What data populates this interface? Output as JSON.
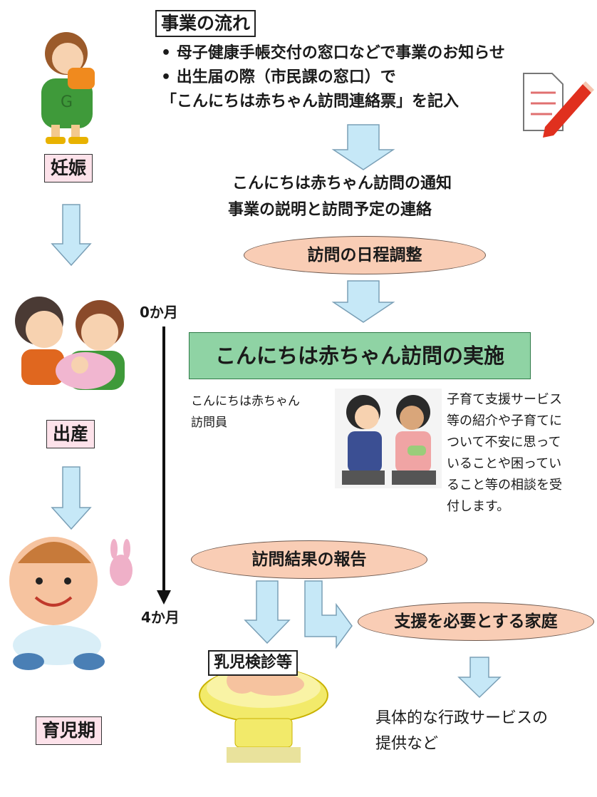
{
  "flow_title": "事業の流れ",
  "bullets": [
    "母子健康手帳交付の窓口などで事業のお知らせ",
    "出生届の際（市民課の窓口）で"
  ],
  "bullet_continuation": "「こんにちは赤ちゃん訪問連絡票」を記入",
  "notice_lines": [
    "こんにちは赤ちゃん訪問の通知",
    "事業の説明と訪問予定の連絡"
  ],
  "schedule_label": "訪問の日程調整",
  "implementation_label": "こんにちは赤ちゃん訪問の実施",
  "visitor_label_lines": [
    "こんにちは赤ちゃん",
    "訪問員"
  ],
  "service_desc_lines": [
    "子育て支援サービス",
    "等の紹介や子育てに",
    "ついて不安に思って",
    "いることや困ってい",
    "ること等の相談を受",
    "付します。"
  ],
  "report_label": "訪問結果の報告",
  "support_label": "支援を必要とする家庭",
  "checkup_label": "乳児検診等",
  "admin_service_lines": [
    "具体的な行政サービスの",
    "提供など"
  ],
  "stages": [
    "妊娠",
    "出産",
    "育児期"
  ],
  "timeline": {
    "start": "0か月",
    "end": "4か月"
  },
  "colors": {
    "arrow_fill": "#c6e8f7",
    "arrow_stroke": "#7a9fb6",
    "ellipse_fill": "#f9cdb5",
    "implementation_fill": "#8fd3a4",
    "stage_fill": "#fde2ea"
  }
}
